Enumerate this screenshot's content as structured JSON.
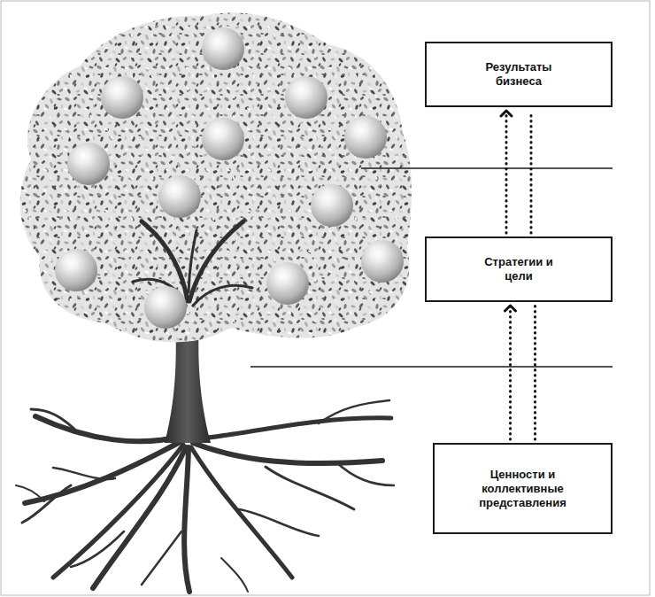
{
  "diagram": {
    "nodes": [
      {
        "text": [
          "Результаты бизнеса"
        ]
      },
      {
        "text": [
          "Стратегии и цели"
        ]
      },
      {
        "text": [
          "Ценности и коллективные представления"
        ]
      }
    ],
    "edges": [
      {
        "from": 2,
        "to": 1,
        "arrow": "to"
      },
      {
        "from": 2,
        "to": 1,
        "arrow": "none"
      },
      {
        "from": 1,
        "to": 0,
        "arrow": "to"
      },
      {
        "from": 1,
        "to": 0,
        "arrow": "none"
      }
    ]
  }
}
